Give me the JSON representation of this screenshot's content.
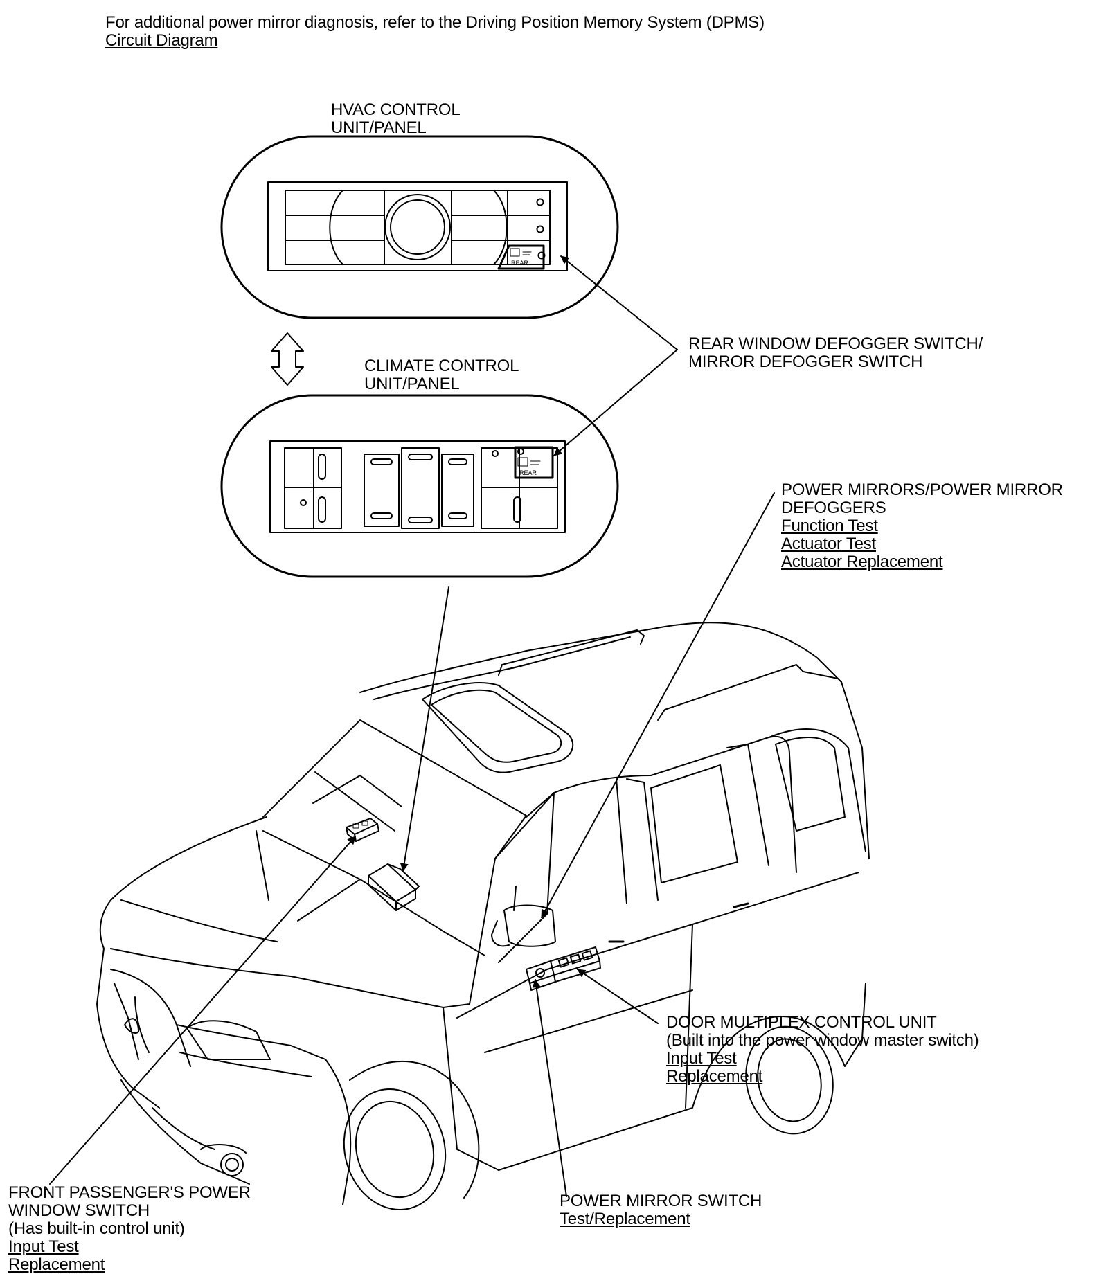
{
  "header": {
    "intro": "For additional power mirror diagnosis, refer to the Driving Position Memory System (DPMS)",
    "circuit_link": "Circuit Diagram"
  },
  "hvac": {
    "line1": "HVAC CONTROL",
    "line2": "UNIT/PANEL"
  },
  "climate": {
    "line1": "CLIMATE CONTROL",
    "line2": "UNIT/PANEL"
  },
  "panel_label": "REAR",
  "rear_defogger": {
    "line1": "REAR WINDOW DEFOGGER SWITCH/",
    "line2": "MIRROR DEFOGGER SWITCH"
  },
  "power_mirrors": {
    "line1": "POWER MIRRORS/POWER MIRROR",
    "line2": "DEFOGGERS",
    "links": [
      "Function Test",
      "Actuator Test",
      "Actuator Replacement"
    ]
  },
  "door_mux": {
    "line1": "DOOR MULTIPLEX CONTROL UNIT",
    "line2": "(Built into the power window master switch)",
    "links": [
      "Input Test",
      "Replacement"
    ]
  },
  "mirror_switch": {
    "line1": "POWER MIRROR SWITCH",
    "links": [
      "Test/Replacement"
    ]
  },
  "passenger_switch": {
    "line1": "FRONT PASSENGER'S POWER",
    "line2": "WINDOW SWITCH",
    "line3": "(Has built-in control unit)",
    "links": [
      "Input Test",
      "Replacement"
    ]
  }
}
